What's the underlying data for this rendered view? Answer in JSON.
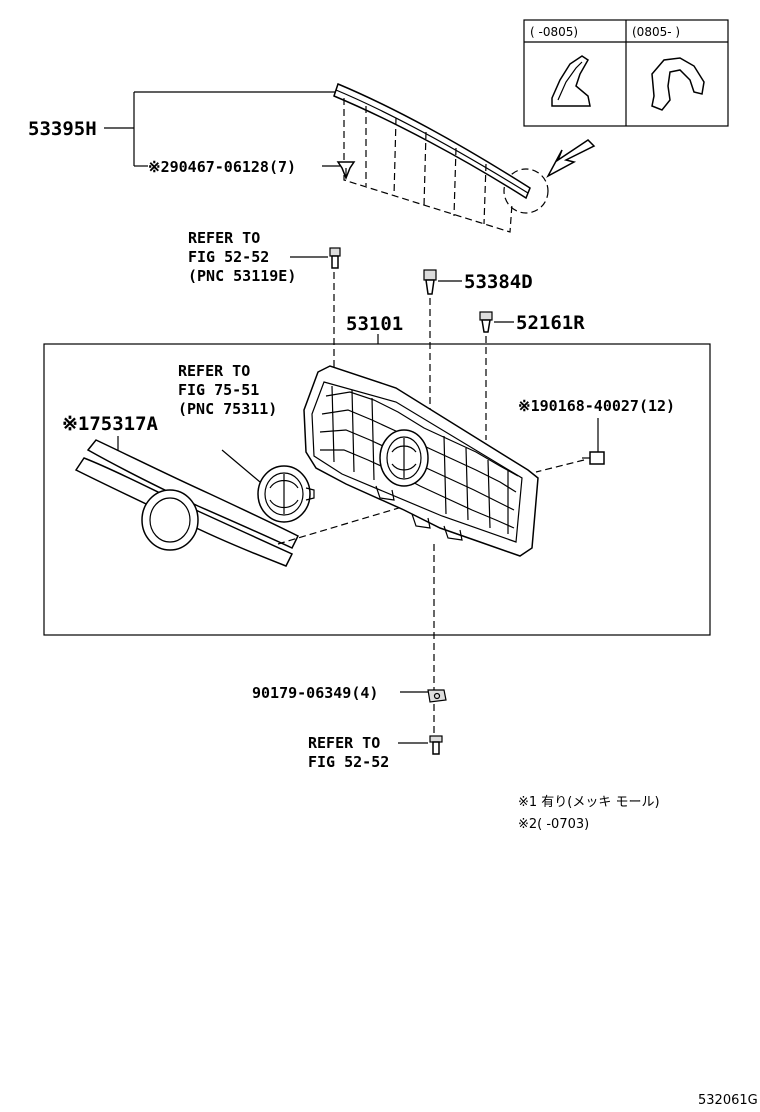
{
  "labels": {
    "p53395h": "53395H",
    "p90467": "※290467-06128(7)",
    "refer_top_1": "REFER TO",
    "refer_top_2": "FIG 52-52",
    "refer_top_3": "(PNC 53119E)",
    "p53384d": "53384D",
    "p53101": "53101",
    "p52161r": "52161R",
    "refer_mid_1": "REFER TO",
    "refer_mid_2": "FIG 75-51",
    "refer_mid_3": "(PNC 75311)",
    "p75317a": "※175317A",
    "p90168": "※190168-40027(12)",
    "p90179": "90179-06349(4)",
    "refer_bot_1": "REFER TO",
    "refer_bot_2": "FIG 52-52"
  },
  "inset": {
    "left_header": "(    -0805)",
    "right_header": "(0805-    )"
  },
  "notes": {
    "n1": "※1 有り(メッキ モール)",
    "n2": "※2(     -0703)"
  },
  "figure_code": "532061G"
}
